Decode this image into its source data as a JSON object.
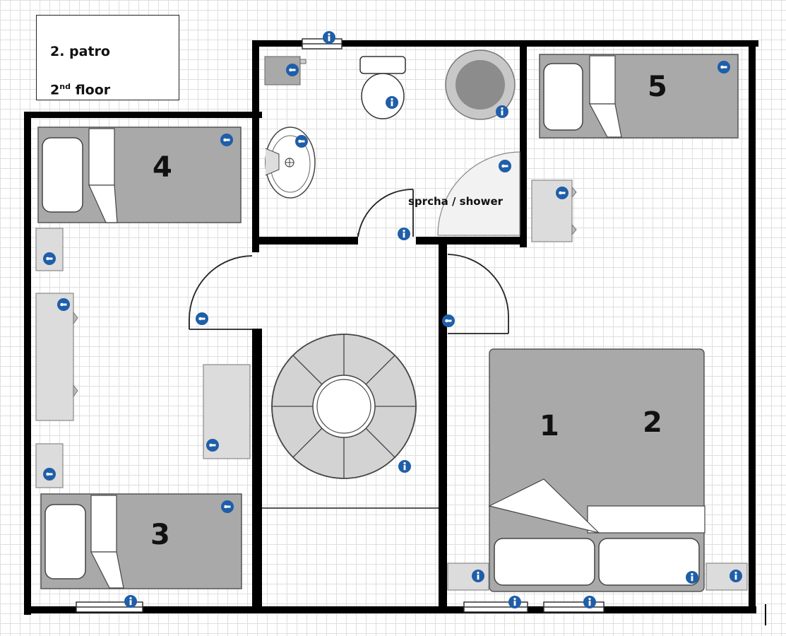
{
  "header": {
    "title_cz": "2. patro",
    "title_en_num": "2",
    "title_en_sup": "nd",
    "title_en_word": "floor"
  },
  "labels": {
    "shower": "sprcha / shower"
  },
  "beds": {
    "bed_1": "1",
    "bed_2": "2",
    "bed_3": "3",
    "bed_4": "4",
    "bed_5": "5"
  },
  "icons": {
    "info": "info-icon",
    "plug": "power-outlet-icon"
  },
  "colors": {
    "wall": "#000000",
    "bed": "#a9a9a9",
    "furniture": "#d8d8d8",
    "marker": "#1f5ea8"
  }
}
